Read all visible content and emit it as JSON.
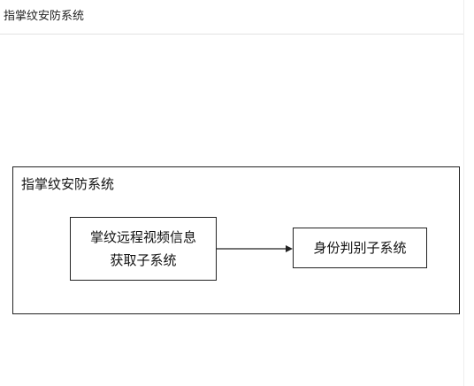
{
  "header": {
    "title": "指掌纹安防系统"
  },
  "diagram": {
    "frame_label": "指掌纹安防系统",
    "nodes": [
      {
        "id": "video-acquisition",
        "line1": "掌纹远程视频信息",
        "line2": "获取子系统"
      },
      {
        "id": "identity-recognition",
        "line1": "身份判别子系统"
      }
    ],
    "edges": [
      {
        "from": "video-acquisition",
        "to": "identity-recognition",
        "style": "arrow"
      }
    ]
  },
  "colors": {
    "background": "#ffffff",
    "line": "#222222",
    "divider": "#e3e3e3"
  }
}
